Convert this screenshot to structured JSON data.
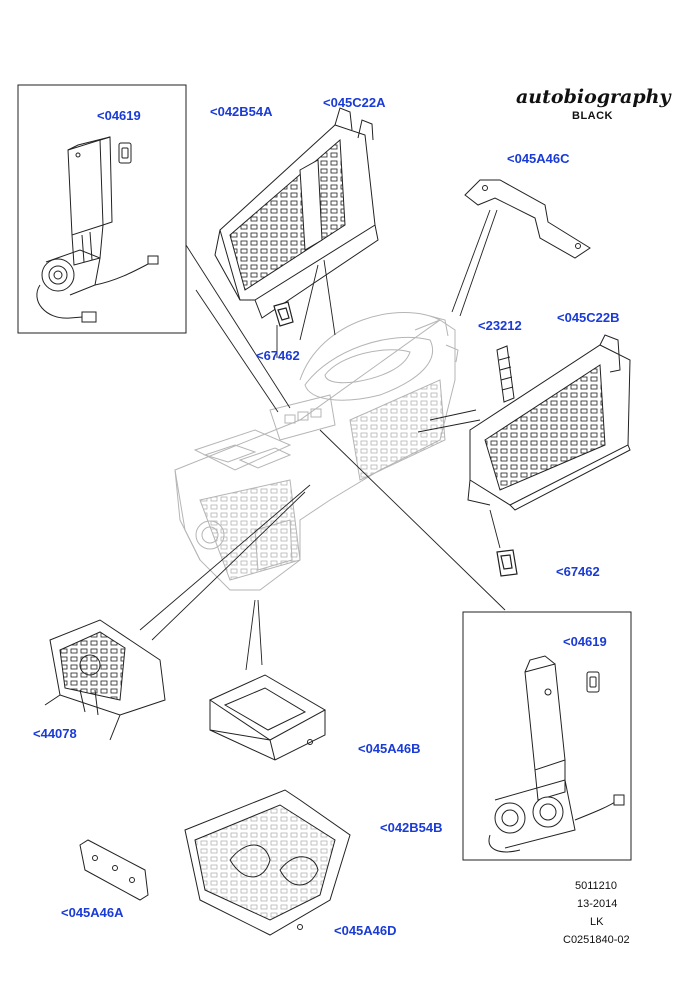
{
  "brand": {
    "name": "autobiography",
    "variant": "BLACK"
  },
  "callouts": {
    "c04619_top": "<04619",
    "c042B54A": "<042B54A",
    "c045C22A": "<045C22A",
    "c045A46C": "<045A46C",
    "c67462_left": "<67462",
    "c23212": "<23212",
    "c045C22B": "<045C22B",
    "c67462_right": "<67462",
    "c04619_bottom": "<04619",
    "c44078": "<44078",
    "c045A46B": "<045A46B",
    "c042B54B": "<042B54B",
    "c045A46A": "<045A46A",
    "c045A46D": "<045A46D"
  },
  "reference": {
    "number": "5011210",
    "date": "13-2014",
    "initials": "LK",
    "drawing_id": "C0251840-02"
  }
}
